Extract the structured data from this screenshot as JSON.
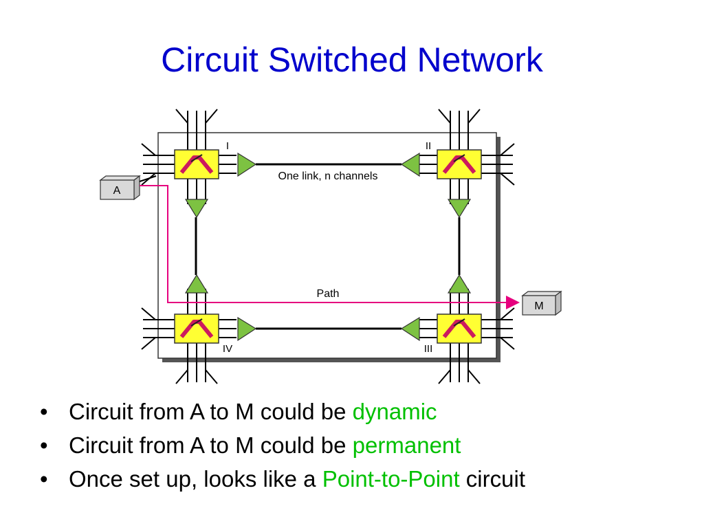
{
  "slide": {
    "title": "Circuit Switched Network"
  },
  "diagram": {
    "switch_labels": [
      "I",
      "II",
      "III",
      "IV"
    ],
    "endpoint_a": "A",
    "endpoint_m": "M",
    "link_label": "One link, n channels",
    "path_label": "Path",
    "colors": {
      "switch_fill": "#ffff33",
      "arrow_fill": "#7dc242",
      "path": "#e6007e",
      "switch_glyph": "#cc1a5e"
    }
  },
  "bullets": [
    {
      "before": "Circuit from A to M could be ",
      "highlight": "dynamic",
      "after": ""
    },
    {
      "before": "Circuit from A to M could be ",
      "highlight": "permanent",
      "after": ""
    },
    {
      "before": "Once set up, looks like a ",
      "highlight": "Point-to-Point",
      "after": " circuit"
    }
  ],
  "colors": {
    "title": "#0000cc",
    "highlight": "#00c000"
  }
}
